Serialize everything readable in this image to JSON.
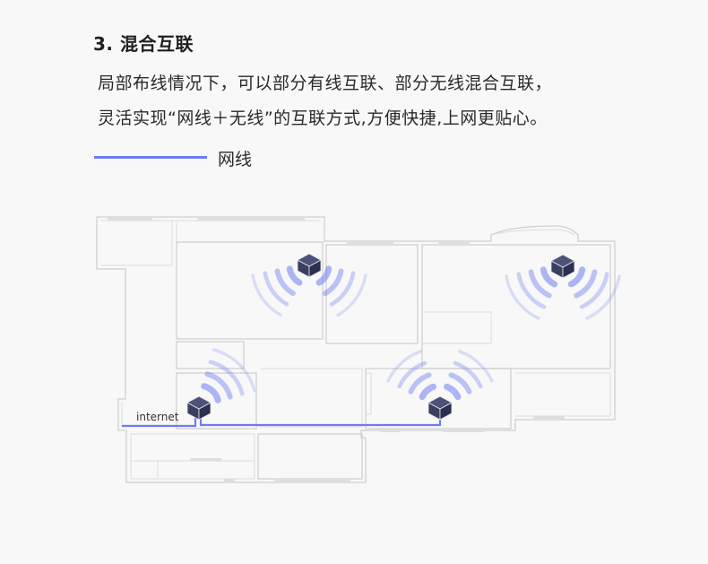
{
  "heading": "3. 混合互联",
  "description": {
    "line1": "局部布线情况下，可以部分有线互联、部分无线混合互联，",
    "line2": "灵活实现“网线＋无线”的互联方式,方便快捷,上网更贴心。"
  },
  "legend": {
    "label": "网线",
    "color": "#6d7cf0"
  },
  "diagram": {
    "internet_label": "internet",
    "device_icon": "mesh-router-cube-icon",
    "signal_color": "#6d7cf0"
  }
}
